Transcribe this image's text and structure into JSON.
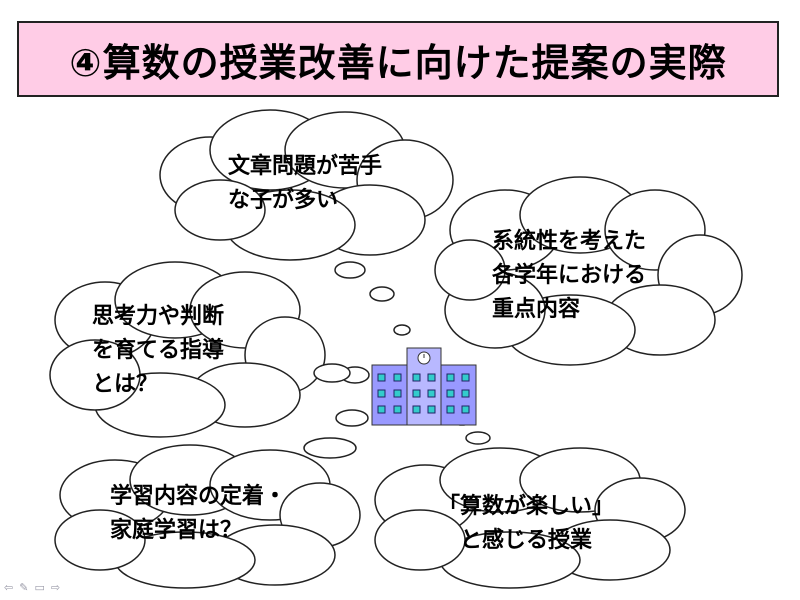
{
  "title": "④算数の授業改善に向けた提案の実際",
  "bubbles": {
    "top": "文章問題が苦手\nな子が多い",
    "right": "系統性を考えた\n各学年における\n重点内容",
    "left": "思考力や判断\nを育てる指導\nとは？",
    "bottom_left": "学習内容の定着・\n家庭学習は？",
    "bottom_right": "「算数が楽しい」\n　と感じる授業"
  },
  "colors": {
    "title_bg": "#ffcce6",
    "school": "#9999ff",
    "window": "#33cccc"
  },
  "icons": [
    "school-building-icon",
    "clock-icon"
  ],
  "toolbar": [
    "prev-slide-icon",
    "pen-icon",
    "menu-icon",
    "next-slide-icon"
  ]
}
